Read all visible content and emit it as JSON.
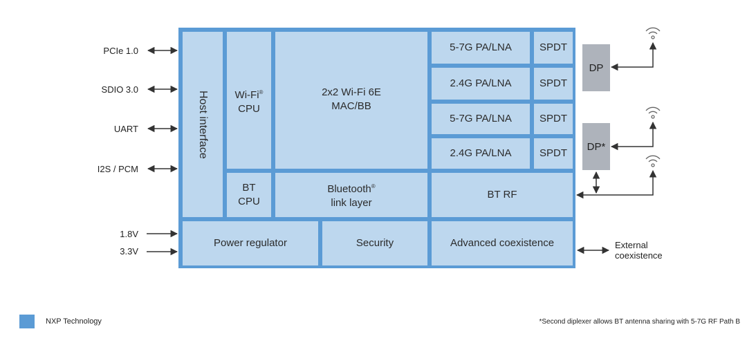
{
  "left_interfaces": [
    "PCIe 1.0",
    "SDIO 3.0",
    "UART",
    "I2S / PCM"
  ],
  "power_inputs": [
    "1.8V",
    "3.3V"
  ],
  "blocks": {
    "host_interface": "Host interface",
    "wifi_cpu": [
      "Wi-Fi",
      "CPU"
    ],
    "registered": "®",
    "mac_bb": [
      "2x2 Wi-Fi 6E",
      "MAC/BB"
    ],
    "bt_cpu": [
      "BT",
      "CPU"
    ],
    "bt_link": [
      "Bluetooth",
      "link layer"
    ],
    "pa_lna": [
      "5-7G PA/LNA",
      "2.4G PA/LNA",
      "5-7G PA/LNA",
      "2.4G PA/LNA"
    ],
    "spdt": [
      "SPDT",
      "SPDT",
      "SPDT",
      "SPDT"
    ],
    "bt_rf": "BT RF",
    "power_regulator": "Power regulator",
    "security": "Security",
    "coexistence": "Advanced coexistence"
  },
  "diplexers": [
    "DP",
    "DP*"
  ],
  "external": [
    "External",
    "coexistence"
  ],
  "legend": {
    "label": "NXP Technology",
    "color": "#5b9bd5"
  },
  "footnote": "*Second diplexer allows BT antenna sharing with 5-7G RF Path B",
  "colors": {
    "border": "#5b9bd5",
    "fill": "#bdd7ee",
    "diplexer": "#aeb3bb"
  }
}
